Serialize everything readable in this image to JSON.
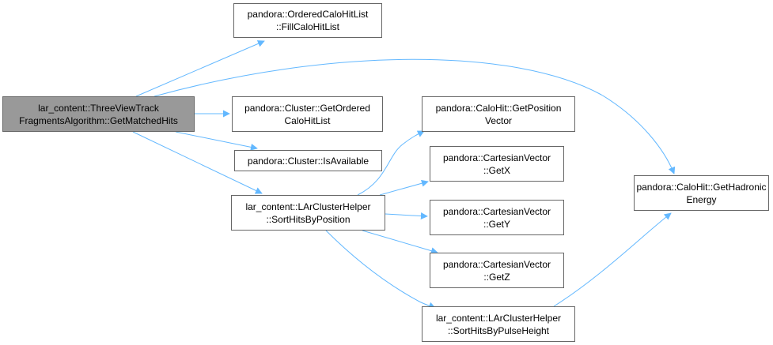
{
  "nodes": {
    "root": [
      "lar_content::ThreeViewTrack",
      "FragmentsAlgorithm::GetMatchedHits"
    ],
    "fill": [
      "pandora::OrderedCaloHitList",
      "::FillCaloHitList"
    ],
    "ord": [
      "pandora::Cluster::GetOrdered",
      "CaloHitList"
    ],
    "avl": [
      "pandora::Cluster::IsAvailable"
    ],
    "sort": [
      "lar_content::LArClusterHelper",
      "::SortHitsByPosition"
    ],
    "pos": [
      "pandora::CaloHit::GetPosition",
      "Vector"
    ],
    "x": [
      "pandora::CartesianVector",
      "::GetX"
    ],
    "y": [
      "pandora::CartesianVector",
      "::GetY"
    ],
    "z": [
      "pandora::CartesianVector",
      "::GetZ"
    ],
    "pul": [
      "lar_content::LArClusterHelper",
      "::SortHitsByPulseHeight"
    ],
    "had": [
      "pandora::CaloHit::GetHadronic",
      "Energy"
    ]
  },
  "colors": {
    "edge": "#63b8ff",
    "root_fill": "#999999",
    "node_border": "#666666"
  }
}
